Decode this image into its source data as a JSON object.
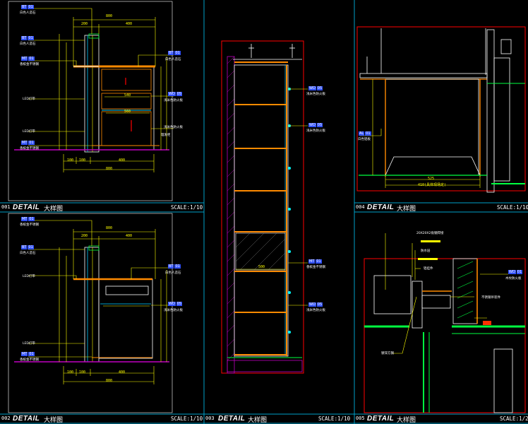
{
  "colors": {
    "background": "#000000",
    "frame": "#00a0c8",
    "outline": "#ffffff",
    "dimension": "#ffff00",
    "wall_red": "#ff0000",
    "cabinet": "#ff8a00",
    "green": "#00ff40",
    "magenta": "#c000c0",
    "tag_fill": "#3050ff",
    "cyan_mark": "#00ffff"
  },
  "panels": [
    {
      "number": "001",
      "detail": "DETAIL",
      "name": "大样图",
      "scale": "SCALE:1/10"
    },
    {
      "number": "002",
      "detail": "DETAIL",
      "name": "大样图",
      "scale": "SCALE:1/10"
    },
    {
      "number": "003",
      "detail": "DETAIL",
      "name": "大样图",
      "scale": "SCALE:1/10"
    },
    {
      "number": "004",
      "detail": "DETAIL",
      "name": "大样图",
      "scale": "SCALE:1/10"
    },
    {
      "number": "005",
      "detail": "DETAIL",
      "name": "大样图",
      "scale": "SCALE:1/2"
    }
  ],
  "panel1": {
    "top_dims": [
      "800",
      "200",
      "400"
    ],
    "bottom_dims": [
      "100",
      "100",
      "400",
      "800"
    ],
    "mid_dims": [
      "540",
      "560"
    ],
    "tags": [
      {
        "code": "BT",
        "sheet": "01",
        "note": "白色人造石"
      },
      {
        "code": "BT",
        "sheet": "01",
        "note": "白色人造石"
      },
      {
        "code": "MT",
        "sheet": "01",
        "note": "香槟金不锈钢"
      },
      {
        "code": "BT",
        "sheet": "01",
        "note": "白色人造石"
      },
      {
        "code": "WD",
        "sheet": "05",
        "note": "浅米色防火板"
      },
      {
        "code": "MT",
        "sheet": "01",
        "note": "香槟金不锈钢"
      }
    ],
    "labels": [
      "LED灯带",
      "LED灯带",
      "浅米色防火板",
      "理发柜"
    ]
  },
  "panel2": {
    "top_dims": [
      "800",
      "200",
      "400"
    ],
    "bottom_dims": [
      "100",
      "100",
      "400",
      "800"
    ],
    "tags": [
      {
        "code": "MT",
        "sheet": "01",
        "note": "香槟金不锈钢"
      },
      {
        "code": "BT",
        "sheet": "01",
        "note": "白色人造石"
      },
      {
        "code": "BT",
        "sheet": "01",
        "note": "白色人造石"
      },
      {
        "code": "WD",
        "sheet": "05",
        "note": "浅米色防火板"
      },
      {
        "code": "MT",
        "sheet": "01",
        "note": "香槟金不锈钢"
      }
    ],
    "labels": [
      "LED灯带",
      "LED灯带"
    ]
  },
  "panel3": {
    "tags": [
      {
        "code": "WD",
        "sheet": "05",
        "note": "浅米色防火板"
      },
      {
        "code": "WD",
        "sheet": "05",
        "note": "浅米色防火板"
      },
      {
        "code": "MT",
        "sheet": "01",
        "note": "香槟金不锈钢"
      },
      {
        "code": "WD",
        "sheet": "05",
        "note": "浅米色防火板"
      }
    ],
    "dims": [
      "500"
    ]
  },
  "panel4": {
    "tag": {
      "code": "AL",
      "sheet": "01",
      "note": "白色铝板"
    },
    "dims": [
      "525",
      "410(具体现场定)"
    ]
  },
  "panel5": {
    "labels": [
      "20X20X2角钢焊接",
      "防水层",
      "铝挂件",
      "不锈钢吊装件",
      "镀锌方钢"
    ],
    "tag": {
      "code": "WD",
      "sheet": "01",
      "note": "木纹防火板"
    }
  }
}
